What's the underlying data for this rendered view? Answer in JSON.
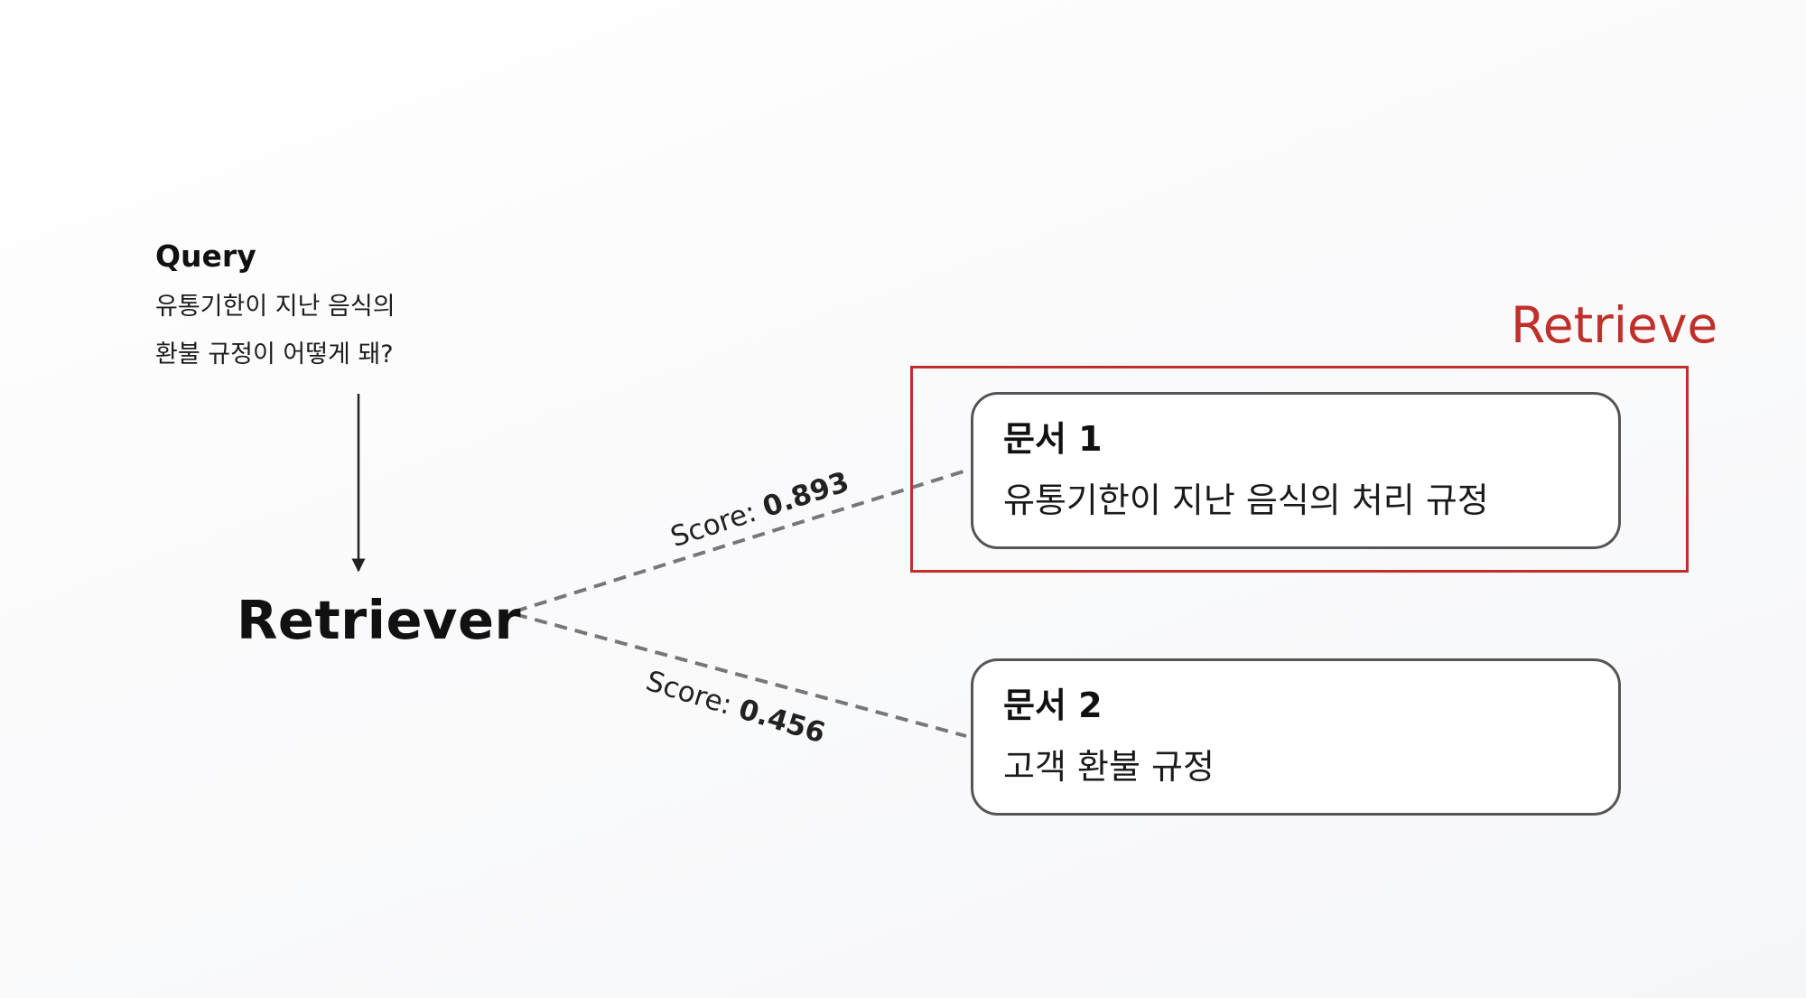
{
  "query": {
    "title": "Query",
    "line1": "유통기한이 지난 음식의",
    "line2": "환불 규정이 어떻게 돼?"
  },
  "retriever": {
    "label": "Retriever"
  },
  "retrieve": {
    "label": "Retrieve"
  },
  "documents": [
    {
      "title": "문서 1",
      "text": "유통기한이 지난 음식의 처리 규정",
      "score_prefix": "Score: ",
      "score": "0.893"
    },
    {
      "title": "문서 2",
      "text": "고객 환불 규정",
      "score_prefix": "Score: ",
      "score": "0.456"
    }
  ],
  "colors": {
    "highlight": "#c0302a",
    "box_border": "#555555",
    "connector": "#777777"
  }
}
